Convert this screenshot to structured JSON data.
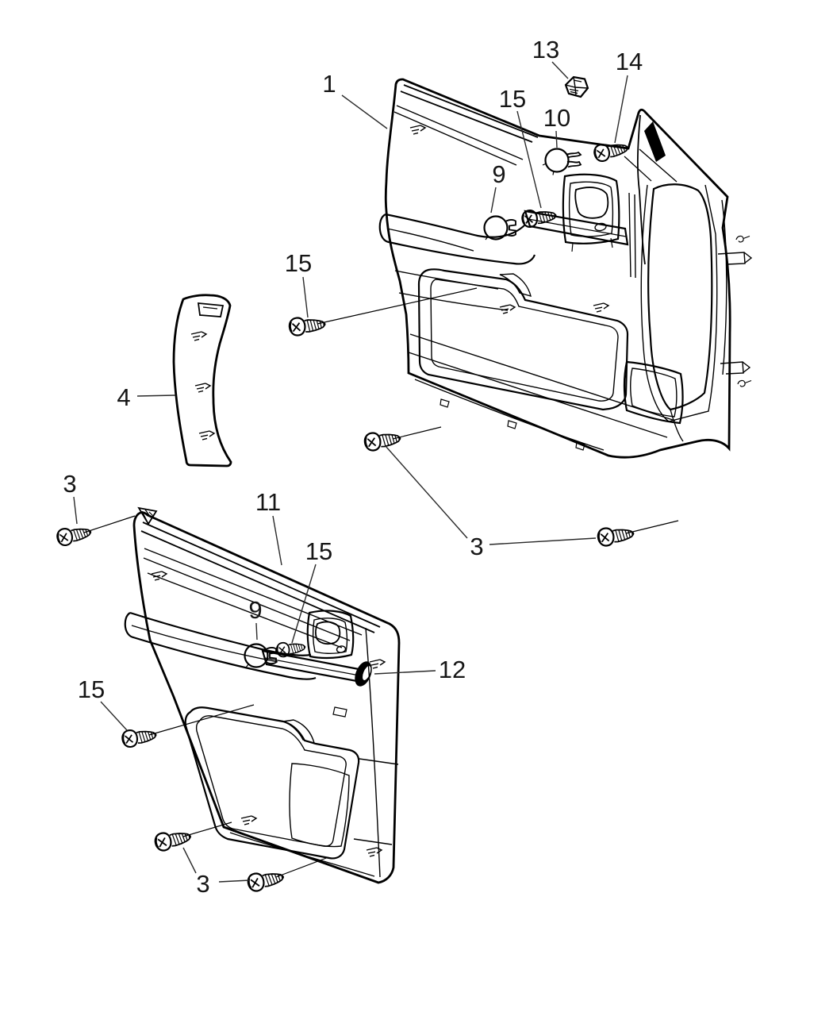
{
  "figure": {
    "type": "exploded-parts-diagram",
    "background": "#ffffff",
    "line_color": "#000000",
    "label_color": "#161616"
  },
  "callouts": [
    {
      "id": "callout-1",
      "label": "1"
    },
    {
      "id": "callout-13",
      "label": "13"
    },
    {
      "id": "callout-14",
      "label": "14"
    },
    {
      "id": "callout-15-front-armrest",
      "label": "15"
    },
    {
      "id": "callout-10",
      "label": "10"
    },
    {
      "id": "callout-9-front",
      "label": "9"
    },
    {
      "id": "callout-15-front-left",
      "label": "15"
    },
    {
      "id": "callout-4",
      "label": "4"
    },
    {
      "id": "callout-3-rear-top",
      "label": "3"
    },
    {
      "id": "callout-11",
      "label": "11"
    },
    {
      "id": "callout-15-rear-armrest",
      "label": "15"
    },
    {
      "id": "callout-9-rear",
      "label": "9"
    },
    {
      "id": "callout-12",
      "label": "12"
    },
    {
      "id": "callout-15-rear-left",
      "label": "15"
    },
    {
      "id": "callout-3-front-bottom",
      "label": "3"
    },
    {
      "id": "callout-3-rear-bottom",
      "label": "3"
    }
  ]
}
